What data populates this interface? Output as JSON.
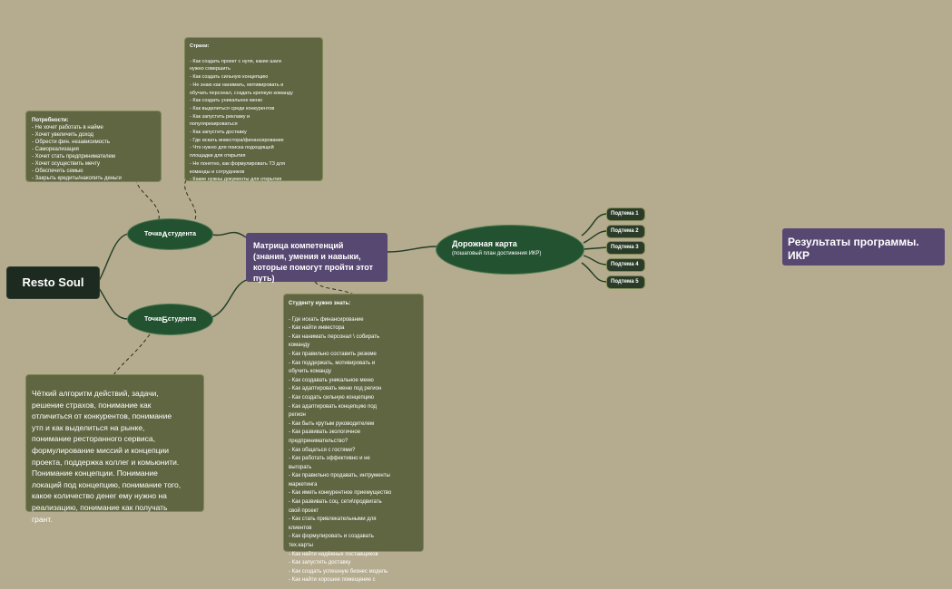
{
  "central": {
    "label": "Resto Soul"
  },
  "point_a": {
    "prefix": "Точка ",
    "letter": "А",
    "suffix": " студента"
  },
  "point_b": {
    "prefix": "Точка ",
    "letter": "Б",
    "suffix": " студента"
  },
  "needs": {
    "title": "Потребности:",
    "items": [
      "- Не хочет работать в найме",
      "- Хочет увеличить доход",
      "- Обрести фин. независимость",
      "- Самореализация",
      "- Хочет стать предпринимателем",
      "- Хочет осуществить мечту",
      "- Обеспечить семью",
      "- Закрыть кредиты/накопить деньги"
    ]
  },
  "fears": {
    "title": "Страхи:",
    "items": [
      "- Как создать проект с нуля, какие шаги",
      "нужно совершить",
      "- Как создать сильную концепцию",
      "- Не знаю как нанимать, мотивировать и",
      "обучать персонал, создать крепкую команду",
      "- Как создать уникальное меню",
      "- Как выделиться среди конкурентов",
      "- Как запустить рекламу и",
      "популяризироваться",
      "- Как запустить доставку",
      "- Где искать инвестора/финансирование",
      "- Что нужно для поиска подходящей",
      "площадки для открытия",
      "- Не понятно, как формулировать ТЗ для",
      "команды и сотрудников",
      "- Какие нужны документы для открытия"
    ]
  },
  "algorithm": {
    "lines": [
      "Чёткий алгоритм действий, задачи,",
      "решение страхов, понимание как",
      "отличиться от конкурентов, понимание",
      "утп и как выделиться на рынке,",
      "понимание ресторанного сервиса,",
      "формулирование миссий и концепции",
      "проекта, поддержка коллег и комьюнити.",
      "Понимание концепции. Понимание",
      "локаций под концепцию, понимание того,",
      "какое количество денег ему нужно на",
      "реализацию, понимание как получать",
      "грант."
    ]
  },
  "matrix": {
    "lines": [
      "Матрица компетенций",
      "(знания, умения и навыки,",
      "которые помогут пройти этот",
      "путь)"
    ]
  },
  "know": {
    "title": "Студенту нужно знать:",
    "items": [
      "- Где искать финансирование",
      "- Как найти инвестора",
      "- Как нанимать персонал \\ собирать",
      "команду",
      "- Как правильно составить резюме",
      "- Как поддержать, мотивировать и",
      "обучить команду",
      "- Как создавать уникальное меню",
      "- Как адаптировать меню под регион",
      "- Как создать сильную концепцию",
      "- Как адаптировать концепцию под",
      "регион",
      "- Как быть крутым руководителем",
      "- Как развивать экологичное",
      "предпринимательство?",
      "- Как общаться с гостями?",
      "- Как работать эффективно и не",
      "выгорать",
      "- Как правильно продавать, интрументы",
      "маркетинга",
      "- Как иметь конкурентное приемущество",
      "- Как развивать соц. сети\\продвигать",
      "свой проект",
      "- Как стать привлекательными для",
      "клиентов",
      "- Как формулировать и создавать",
      "тех.карты",
      "- Как найти надёжных поставщиков",
      "- Как запустить доставку",
      "- Как создать успешную бизнес модель",
      "- Как найти хорошее помещение с"
    ]
  },
  "roadmap": {
    "title": "Дорожная карта",
    "subtitle": "(пошаговый план достижения ИКР)"
  },
  "topics": [
    "Подтема 1",
    "Подтема 2",
    "Подтема 3",
    "Подтема 4",
    "Подтема 5"
  ],
  "results": {
    "lines": [
      "Результаты программы.",
      "ИКР"
    ]
  }
}
